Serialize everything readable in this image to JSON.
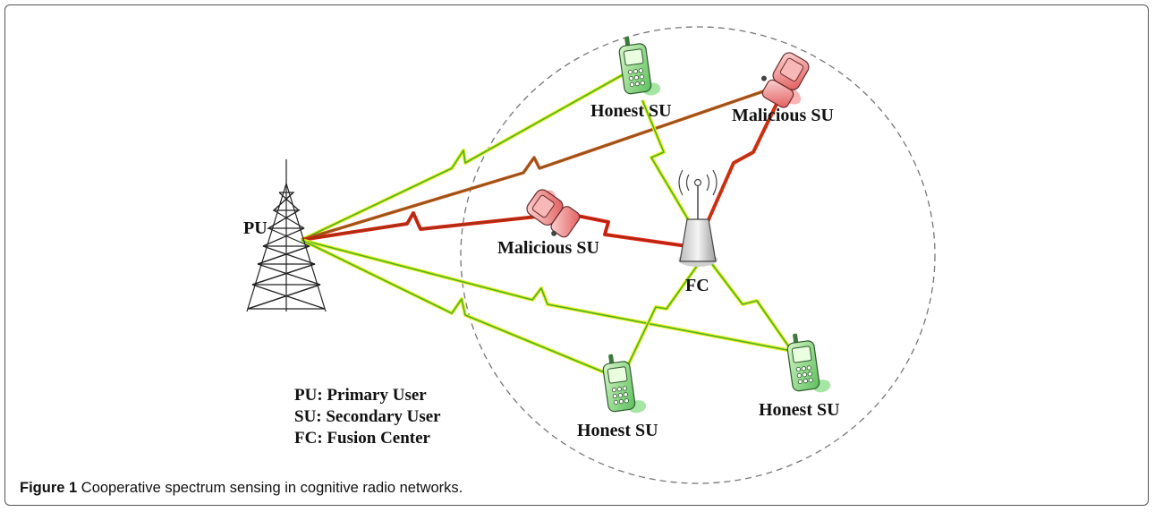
{
  "labels": {
    "pu": "PU",
    "fc": "FC",
    "honest_su": "Honest SU",
    "malicious_su": "Malicious SU"
  },
  "legend": [
    "PU: Primary User",
    "SU: Secondary User",
    "FC: Fusion Center"
  ],
  "caption": {
    "figure": "Figure 1",
    "text": "Cooperative spectrum sensing in cognitive radio networks."
  },
  "colors": {
    "honest_link": "#4caf2a",
    "honest_glow": "#e8f020",
    "malicious_link": "#e01010",
    "malicious_link_dark": "#8a5a10",
    "honest_phone": "#7fd47f",
    "malicious_phone": "#f08a8a",
    "circle": "#777777"
  }
}
